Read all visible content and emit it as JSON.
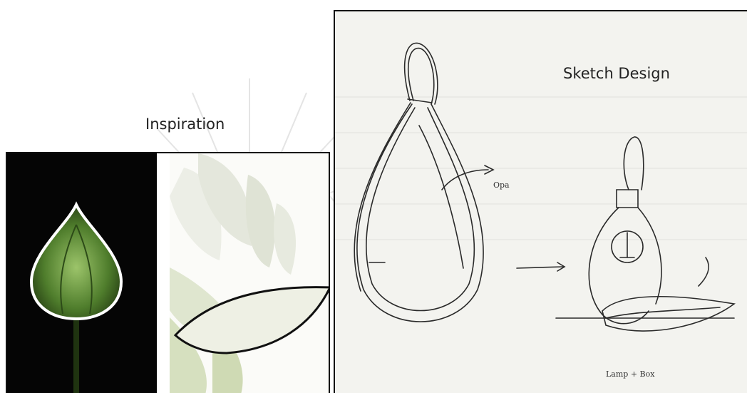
{
  "labels": {
    "inspiration": "Inspiration",
    "sketch_design": "Sketch Design"
  },
  "annotations": {
    "note_top": "Opa",
    "note_bottom": "Lamp + Box"
  },
  "colors": {
    "background": "#ffffff",
    "frame_border": "#111111",
    "leaf_green": "#6f9a48",
    "lotus_white": "#f4f4ee",
    "sketch_paper": "#f3f3ef",
    "pencil": "#2a2a2a"
  }
}
